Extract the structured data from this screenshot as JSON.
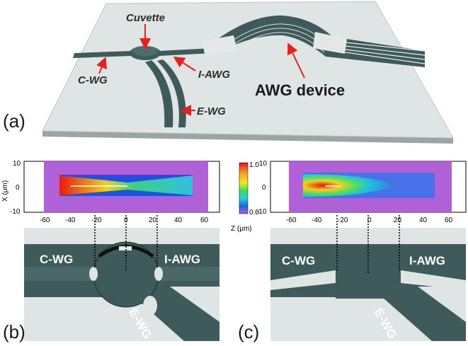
{
  "panel_a": {
    "label": "(a)",
    "callouts": {
      "cuvette": "Cuvette",
      "c_wg": "C-WG",
      "i_awg": "I-AWG",
      "e_wg": "E-WG",
      "awg_device": "AWG device"
    }
  },
  "panel_b": {
    "label": "(b)",
    "y_axis_label": "X (μm)",
    "y_ticks": [
      "10",
      "0",
      "-10"
    ],
    "x_ticks": [
      "-60",
      "-40",
      "-20",
      "0",
      "20",
      "40",
      "60"
    ],
    "wg_labels": {
      "c_wg": "C-WG",
      "i_awg": "I-AWG",
      "e_wg": "E-WG"
    }
  },
  "panel_c": {
    "label": "(c)",
    "y_ticks": [
      "10",
      "0",
      "-10"
    ],
    "x_ticks": [
      "-60",
      "-40",
      "-20",
      "0",
      "20",
      "40",
      "60"
    ],
    "wg_labels": {
      "c_wg": "C-WG",
      "i_awg": "I-AWG",
      "e_wg": "E-WG"
    }
  },
  "colorbar": {
    "max_label": "1.0",
    "min_label": "0.0",
    "axis_label": "Z (μm)"
  },
  "colors": {
    "substrate": "#dfe5e4",
    "waveguide": "#3e5a5a",
    "cladding_edge": "#eef2f1",
    "arrow": "#e8201a",
    "field_background": "#b061d8"
  }
}
